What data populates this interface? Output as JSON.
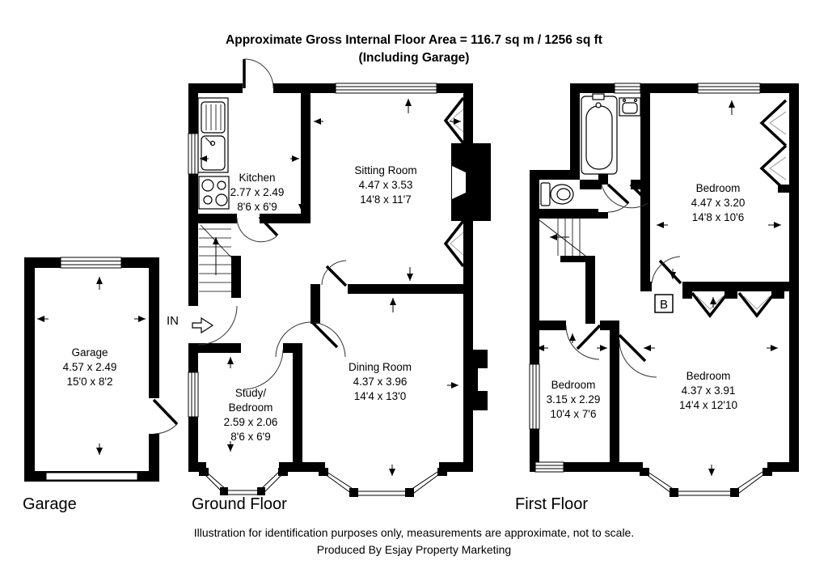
{
  "title": {
    "line1": "Approximate Gross Internal Floor Area  = 116.7 sq m  / 1256 sq ft",
    "line2": "(Including Garage)"
  },
  "rooms": {
    "garage": {
      "name": "Garage",
      "metric": "4.57 x 2.49",
      "imperial": "15'0 x 8'2"
    },
    "kitchen": {
      "name": "Kitchen",
      "metric": "2.77 x 2.49",
      "imperial": "8'6 x 6'9"
    },
    "sitting_room": {
      "name": "Sitting Room",
      "metric": "4.47 x 3.53",
      "imperial": "14'8 x 11'7"
    },
    "dining_room": {
      "name": "Dining Room",
      "metric": "4.37 x 3.96",
      "imperial": "14'4 x 13'0"
    },
    "study_bedroom": {
      "name_line1": "Study/",
      "name_line2": "Bedroom",
      "metric": "2.59 x 2.06",
      "imperial": "8'6 x 6'9"
    },
    "bedroom_front": {
      "name": "Bedroom",
      "metric": "4.47 x 3.20",
      "imperial": "14'8 x 10'6"
    },
    "bedroom_small": {
      "name": "Bedroom",
      "metric": "3.15 x 2.29",
      "imperial": "10'4 x 7'6"
    },
    "bedroom_rear": {
      "name": "Bedroom",
      "metric": "4.37 x 3.91",
      "imperial": "14'4 x 12'10"
    }
  },
  "floor_labels": {
    "garage": "Garage",
    "ground": "Ground Floor",
    "first": "First Floor"
  },
  "annotations": {
    "entrance": "IN",
    "boiler": "B"
  },
  "footer": {
    "line1": "Illustration for identification purposes only, measurements are approximate, not to scale.",
    "line2": "Produced By Esjay Property Marketing"
  },
  "colors": {
    "wall": "#000000",
    "background": "#ffffff"
  }
}
